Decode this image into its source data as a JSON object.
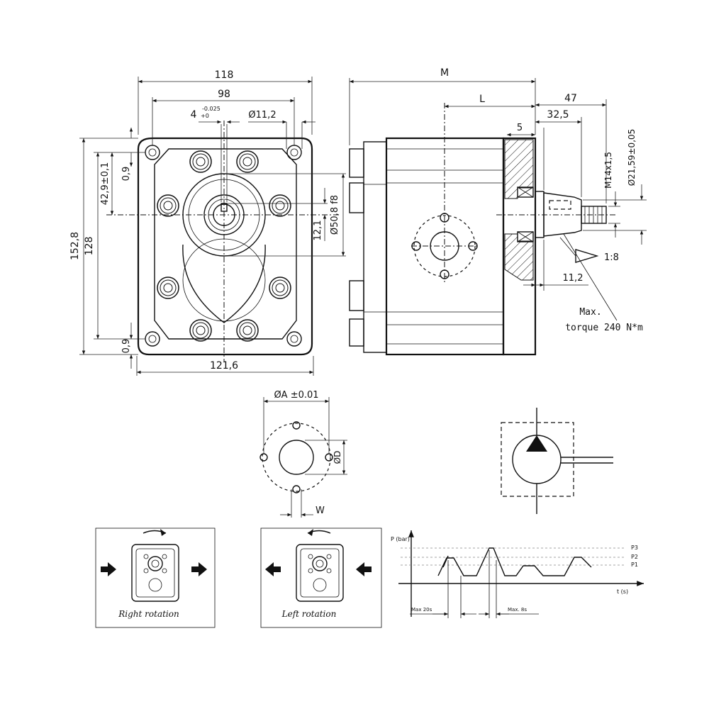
{
  "front_view": {
    "dim_118": "118",
    "dim_98": "98",
    "dim_4": "4",
    "dim_4_tol_top": "-0.025",
    "dim_4_tol_bottom": "+0",
    "dim_hole": "Ø11,2",
    "dim_42_9": "42,9±0,1",
    "dim_0_9_top": "0,9",
    "dim_152_8": "152,8",
    "dim_128": "128",
    "dim_0_9_bottom": "0,9",
    "dim_121_6": "121,6",
    "dim_50_8": "Ø50,8 f8",
    "dim_12_1": "12,1"
  },
  "side_view": {
    "dim_M": "M",
    "dim_L": "L",
    "dim_47": "47",
    "dim_32_5": "32,5",
    "dim_5": "5",
    "dim_thread": "M14x1,5",
    "dim_21_59": "Ø21,59±0,05",
    "dim_taper": "1:8",
    "dim_11_2": "11,2",
    "torque_line1": "Max.",
    "torque_line2": "torque 240 N*m"
  },
  "flange_detail": {
    "dim_A": "ØA ±0.01",
    "dim_D": "ØD",
    "dim_W": "W"
  },
  "rotation": {
    "right_label": "Right rotation",
    "left_label": "Left rotation"
  },
  "pressure_chart": {
    "y_label": "P (bar)",
    "x_label": "t (s)",
    "p3": "P3",
    "p2": "P2",
    "p1": "P1",
    "max_20s": "Max 20s",
    "max_8s": "Max. 8s"
  }
}
